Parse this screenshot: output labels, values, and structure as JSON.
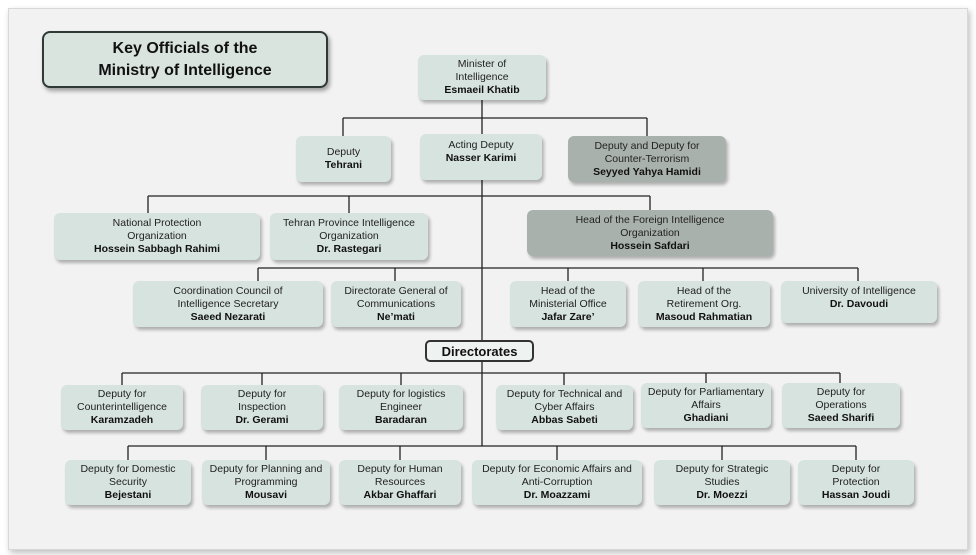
{
  "title": {
    "line1": "Key Officials of the",
    "line2": "Ministry of Intelligence"
  },
  "minister": {
    "role": "Minister of Intelligence",
    "name": "Esmaeil Khatib"
  },
  "deputies": [
    {
      "role": "Deputy",
      "name": "Tehrani"
    },
    {
      "role": "Acting Deputy",
      "name": "Nasser Karimi"
    },
    {
      "role": "Deputy and Deputy for Counter-Terrorism",
      "name": "Seyyed Yahya Hamidi"
    }
  ],
  "orgs": [
    {
      "role": "National Protection Organization",
      "name": "Hossein Sabbagh Rahimi"
    },
    {
      "role": "Tehran Province Intelligence Organization",
      "name": "Dr. Rastegari"
    },
    {
      "role": "Head of the Foreign Intelligence Organization",
      "name": "Hossein Safdari"
    }
  ],
  "offices": [
    {
      "role": "Coordination Council of Intelligence Secretary",
      "name": "Saeed Nezarati"
    },
    {
      "role": "Directorate General of Communications",
      "name": "Ne’mati"
    },
    {
      "role": "Head of the Ministerial Office",
      "name": "Jafar Zare’"
    },
    {
      "role": "Head of the Retirement Org.",
      "name": "Masoud Rahmatian"
    },
    {
      "role": "University of Intelligence",
      "name": "Dr. Davoudi"
    }
  ],
  "directorates_label": "Directorates",
  "directorates_row1": [
    {
      "role": "Deputy for Counterintelligence",
      "name": "Karamzadeh"
    },
    {
      "role": "Deputy for Inspection",
      "name": "Dr. Gerami"
    },
    {
      "role": "Deputy for logistics Engineer",
      "name": "Baradaran"
    },
    {
      "role": "Deputy for Technical and Cyber Affairs",
      "name": "Abbas Sabeti"
    },
    {
      "role": "Deputy for Parliamentary Affairs",
      "name": "Ghadiani"
    },
    {
      "role": "Deputy for Operations",
      "name": "Saeed Sharifi"
    }
  ],
  "directorates_row2": [
    {
      "role": "Deputy for Domestic Security",
      "name": "Bejestani"
    },
    {
      "role": "Deputy for Planning and Programming",
      "name": "Mousavi"
    },
    {
      "role": "Deputy for Human Resources",
      "name": "Akbar Ghaffari"
    },
    {
      "role": "Deputy for Economic Affairs and Anti-Corruption",
      "name": "Dr. Moazzami"
    },
    {
      "role": "Deputy for Strategic Studies",
      "name": "Dr. Moezzi"
    },
    {
      "role": "Deputy for Protection",
      "name": "Hassan Joudi"
    }
  ],
  "colors": {
    "node": "#d7e3de",
    "node_dark": "#a9b1ad",
    "line": "#222222",
    "background": "#f2f2f2"
  }
}
